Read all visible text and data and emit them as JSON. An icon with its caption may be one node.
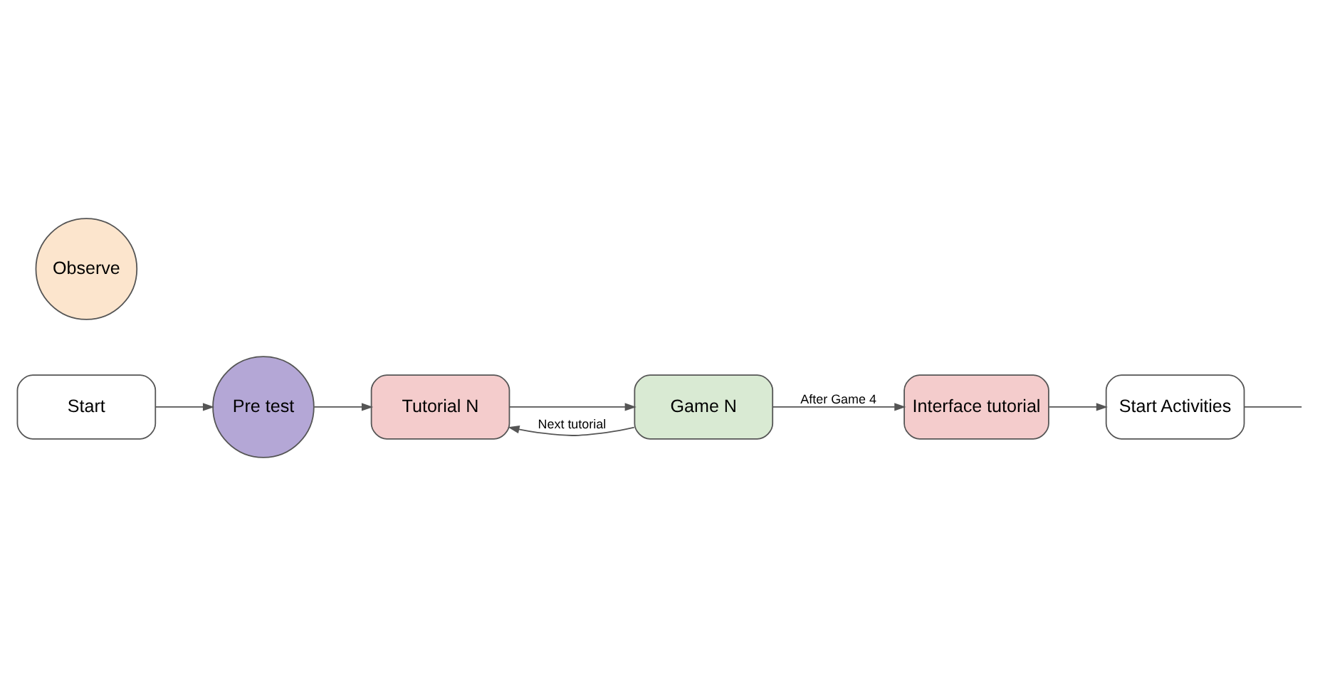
{
  "diagram": {
    "nodes": [
      {
        "text": [
          "Start"
        ]
      },
      {
        "text": [
          "Pre test"
        ]
      },
      {
        "text": [
          "Tutorial N"
        ]
      },
      {
        "text": [
          "Game N"
        ]
      },
      {
        "text": [
          "Interface tutorial"
        ]
      },
      {
        "text": [
          "Start Activities"
        ]
      },
      {
        "text": [
          "Observe"
        ]
      }
    ],
    "edges": [
      {
        "from": 0,
        "to": 1,
        "arrow": "to"
      },
      {
        "from": 1,
        "to": 2,
        "arrow": "to"
      },
      {
        "from": 2,
        "to": 3,
        "arrow": "to"
      },
      {
        "from": 3,
        "to": 2,
        "arrow": "to",
        "label": "Next tutorial"
      },
      {
        "from": 3,
        "to": 4,
        "arrow": "to",
        "label": "After Game 4"
      },
      {
        "from": 4,
        "to": 5,
        "arrow": "to"
      },
      {
        "from": 5,
        "to": null,
        "arrow": "none"
      }
    ]
  }
}
